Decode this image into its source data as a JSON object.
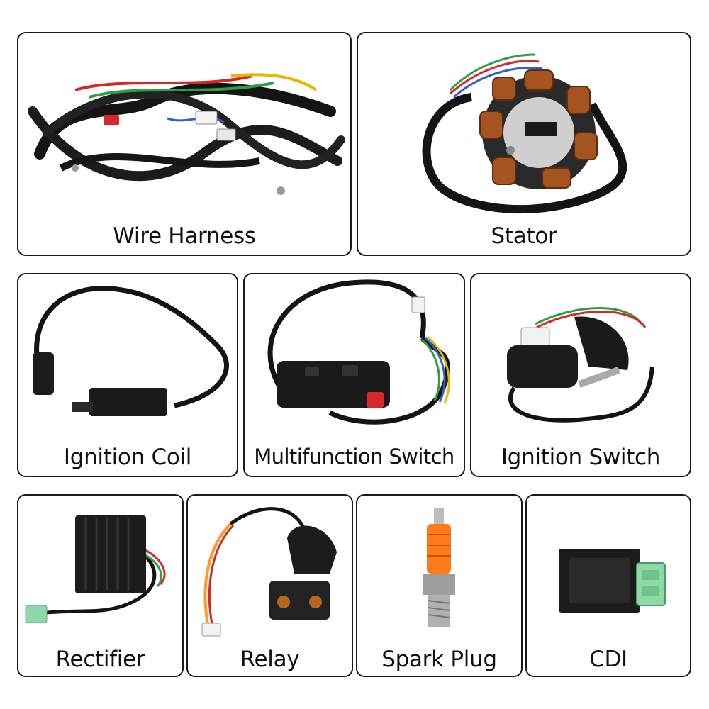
{
  "products": [
    {
      "id": "wire-harness",
      "label": "Wire Harness"
    },
    {
      "id": "stator",
      "label": "Stator"
    },
    {
      "id": "ignition-coil",
      "label": "Ignition Coil"
    },
    {
      "id": "multifunction-switch",
      "label": "Multifunction Switch"
    },
    {
      "id": "ignition-switch",
      "label": "Ignition Switch"
    },
    {
      "id": "rectifier",
      "label": "Rectifier"
    },
    {
      "id": "relay",
      "label": "Relay"
    },
    {
      "id": "spark-plug",
      "label": "Spark Plug"
    },
    {
      "id": "cdi",
      "label": "CDI"
    }
  ],
  "colors": {
    "border": "#1a1a1a",
    "cable": "#141414",
    "copper": "#a5531f",
    "wire_red": "#d62828",
    "wire_green": "#2e9e48",
    "wire_blue": "#2f62c9",
    "wire_yellow": "#e6b800",
    "spark_orange": "#ff7a1a",
    "connector_green": "#8fd9a8"
  }
}
